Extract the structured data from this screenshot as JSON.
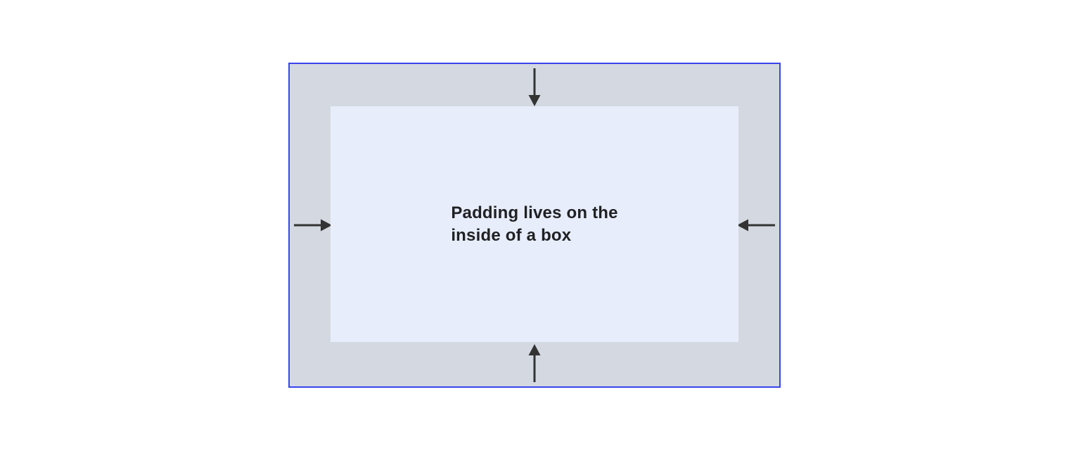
{
  "page": {
    "background": "#ffffff"
  },
  "diagram": {
    "name": "css-padding-box-model-diagram",
    "label_lines": [
      "Padding lives on the",
      "inside of a box"
    ],
    "label_full": "Padding lives on the inside of a box",
    "colors": {
      "page_background": "#ffffff",
      "box_border": "#3a44ec",
      "padding_area": "#d3d8e1",
      "content_box": "#e8edfb",
      "arrow": "#333333",
      "label_text": "#202124"
    },
    "arrows": [
      {
        "side": "top",
        "direction": "inward"
      },
      {
        "side": "right",
        "direction": "inward"
      },
      {
        "side": "bottom",
        "direction": "inward"
      },
      {
        "side": "left",
        "direction": "inward"
      }
    ]
  }
}
